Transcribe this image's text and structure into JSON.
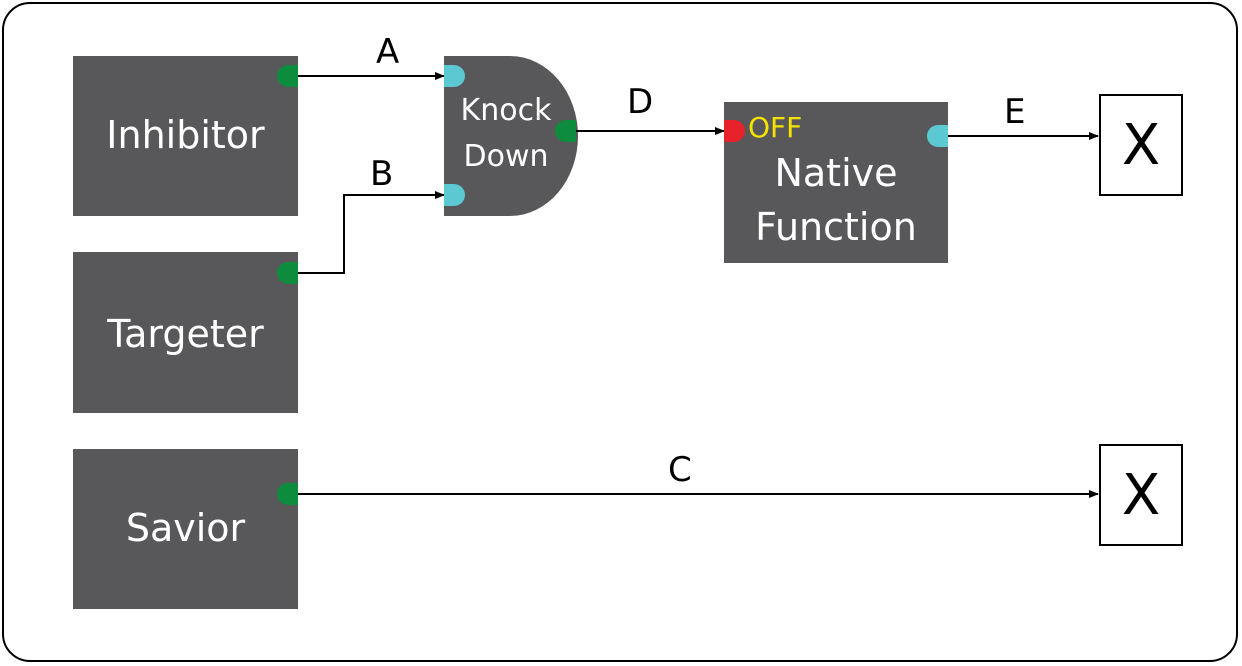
{
  "blocks": {
    "inhibitor": "Inhibitor",
    "targeter": "Targeter",
    "savior": "Savior",
    "knock_down": [
      "Knock",
      "Down"
    ],
    "native_function": [
      "Native",
      "Function"
    ],
    "native_state": "OFF"
  },
  "edges": {
    "a": "A",
    "b": "B",
    "c": "C",
    "d": "D",
    "e": "E"
  },
  "outputs": {
    "top": "X",
    "bottom": "X"
  },
  "colors": {
    "block": "#58585a",
    "output_port": "#0c8c3c",
    "input_port": "#5bc8d2",
    "off_port": "#e8222a",
    "off_text": "#f4e300"
  }
}
